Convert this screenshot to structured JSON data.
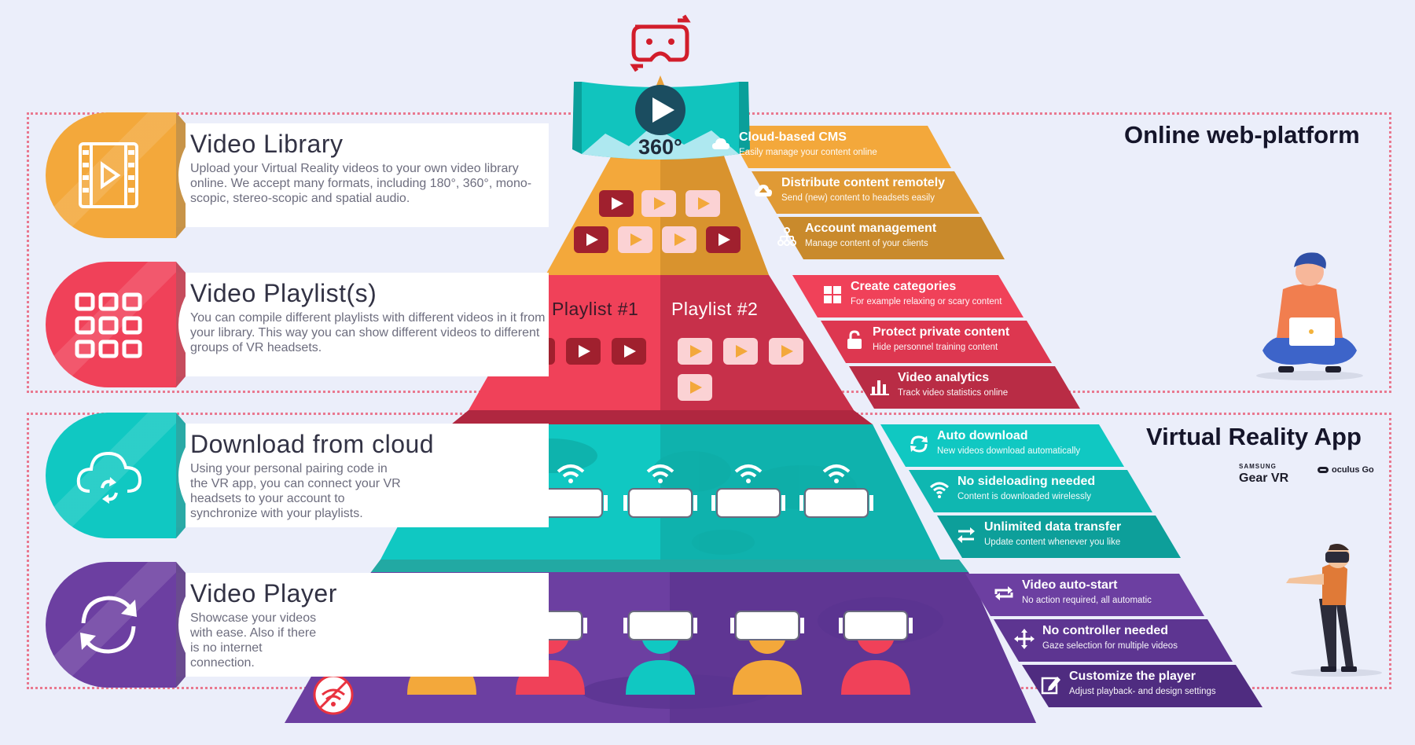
{
  "sections": {
    "online": "Online web-platform",
    "vr_app": "Virtual Reality App"
  },
  "brands": {
    "gear_top": "SAMSUNG",
    "gear_main": "Gear VR",
    "oculus": "oculus Go"
  },
  "badge_360": "360°",
  "playlists": {
    "first": "Playlist #1",
    "second": "Playlist #2"
  },
  "cards": [
    {
      "title": "Video Library",
      "description": "Upload your Virtual Reality videos to your own video library online. We accept many formats, including 180°, 360°, mono-scopic, stereo-scopic and spatial audio.",
      "color": "#f3a83b",
      "icon": "film-play-icon"
    },
    {
      "title": "Video Playlist(s)",
      "description": "You can compile different playlists with different videos in it from your library. This way you can show different videos to different groups of VR headsets.",
      "color": "#f04159",
      "icon": "grid-icon"
    },
    {
      "title": "Download from cloud",
      "description": "Using your personal pairing code in the VR app, you can connect your VR headsets to your account to synchronize with your playlists.",
      "color": "#10c8c2",
      "icon": "cloud-sync-icon"
    },
    {
      "title": "Video Player",
      "description": "Showcase your videos with ease. Also if there is no internet connection.",
      "color": "#6c3fa1",
      "icon": "refresh-icon"
    }
  ],
  "features": [
    {
      "title": "Cloud-based CMS",
      "subtitle": "Easily manage your content online",
      "icon": "cloud-icon"
    },
    {
      "title": "Distribute content remotely",
      "subtitle": "Send (new) content to headsets easily",
      "icon": "cloud-upload-icon"
    },
    {
      "title": "Account management",
      "subtitle": "Manage content of your clients",
      "icon": "sitemap-icon"
    },
    {
      "title": "Create categories",
      "subtitle": "For example relaxing or scary content",
      "icon": "categories-icon"
    },
    {
      "title": "Protect private content",
      "subtitle": "Hide personnel training content",
      "icon": "lock-icon"
    },
    {
      "title": "Video analytics",
      "subtitle": "Track video statistics online",
      "icon": "bar-chart-icon"
    },
    {
      "title": "Auto download",
      "subtitle": "New videos download automatically",
      "icon": "sync-icon"
    },
    {
      "title": "No sideloading needed",
      "subtitle": "Content is downloaded wirelessly",
      "icon": "wifi-icon"
    },
    {
      "title": "Unlimited data transfer",
      "subtitle": "Update content whenever you like",
      "icon": "transfer-icon"
    },
    {
      "title": "Video auto-start",
      "subtitle": "No action required, all automatic",
      "icon": "repeat-icon"
    },
    {
      "title": "No controller needed",
      "subtitle": "Gaze selection for multiple videos",
      "icon": "move-icon"
    },
    {
      "title": "Customize the player",
      "subtitle": "Adjust playback- and design settings",
      "icon": "edit-icon"
    }
  ],
  "colors": {
    "orange": "#f3a83b",
    "orange_dark": "#d9932e",
    "red": "#f04159",
    "red_dark": "#c7304a",
    "teal": "#10c8c2",
    "teal_dark": "#0aa5a0",
    "purple": "#6c3fa1",
    "purple_dark": "#4f2c80",
    "dots": "#e9788f"
  }
}
